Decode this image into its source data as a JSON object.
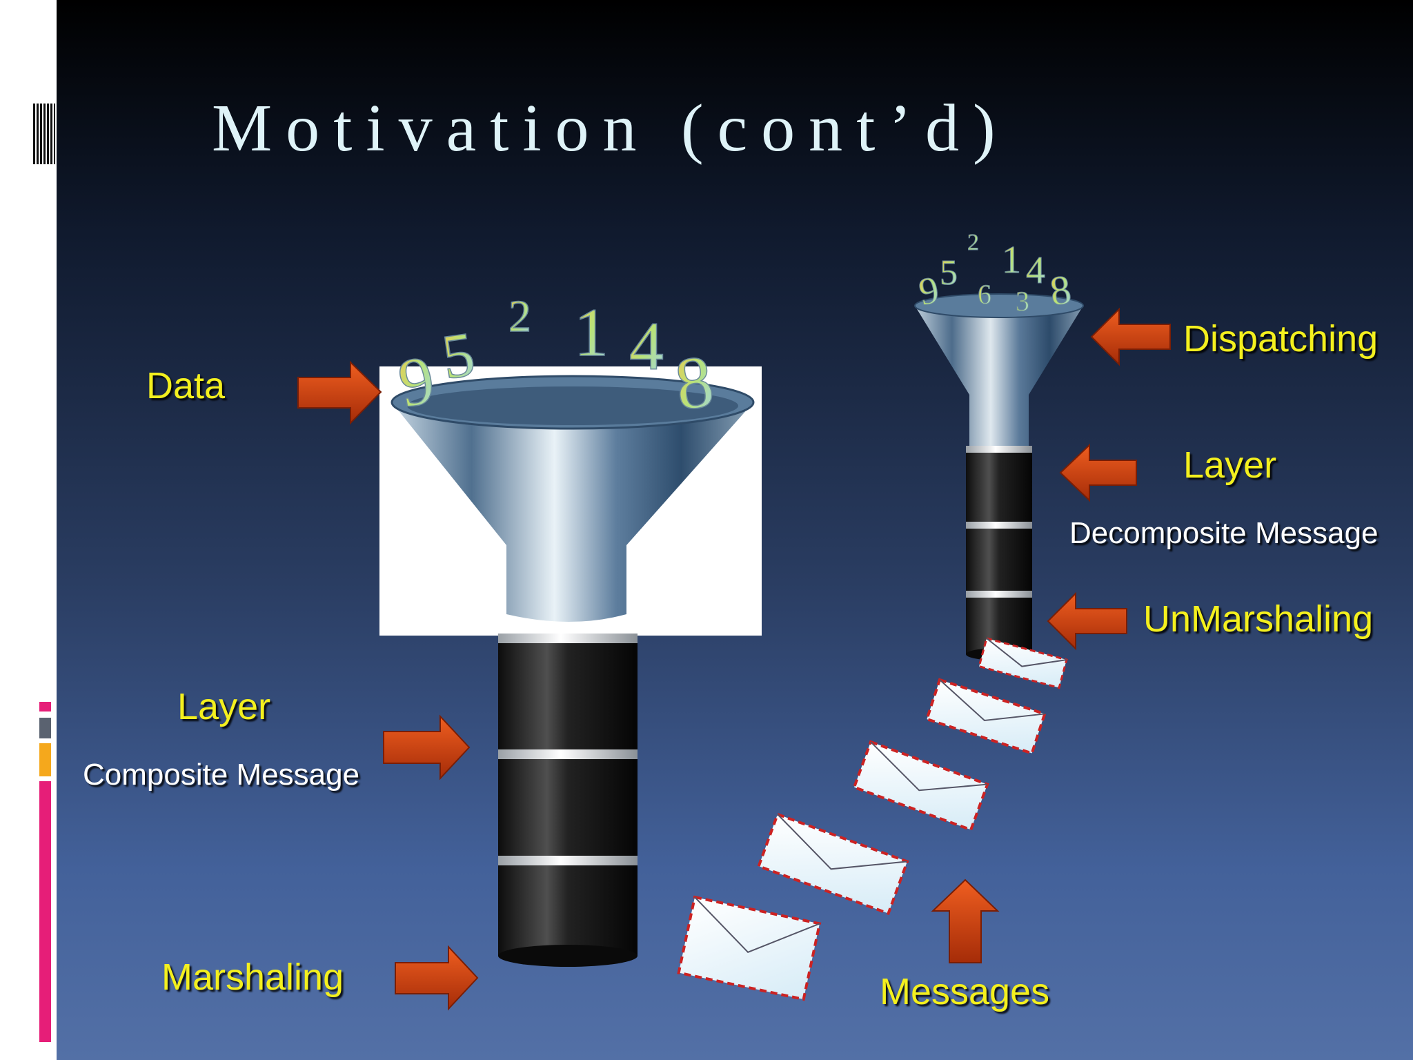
{
  "title": "Motivation (cont’d)",
  "left_funnel": {
    "digits": [
      "9",
      "5",
      "2",
      "1",
      "4",
      "8"
    ],
    "label_data": "Data",
    "label_layer": "Layer",
    "label_composite": "Composite Message",
    "label_marshaling": "Marshaling"
  },
  "right_funnel": {
    "digits": [
      "9",
      "5",
      "2",
      "1",
      "4",
      "8",
      "6",
      "3"
    ],
    "label_dispatching": "Dispatching",
    "label_layer": "Layer",
    "label_decomposite": "Decomposite Message",
    "label_unmarshaling": "UnMarshaling"
  },
  "messages_label": "Messages",
  "colors": {
    "label_yellow": "#f4f01e",
    "arrow_orange": "#d6400f",
    "title_color": "#dff3f8",
    "deco_magenta": "#e61e78",
    "deco_orange": "#f5a81c",
    "deco_gray": "#5a6270"
  }
}
